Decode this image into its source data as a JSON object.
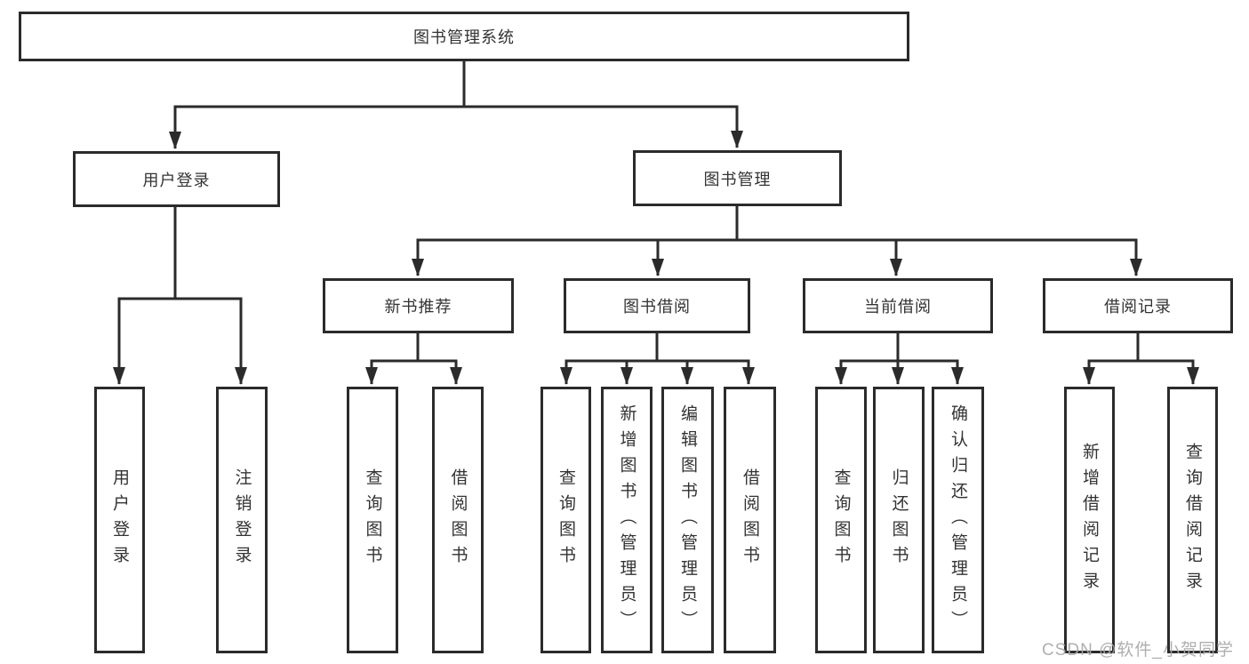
{
  "colors": {
    "line": "#2b2b2b",
    "box_border": "#2b2b2b",
    "text": "#333333",
    "watermark": "#a8a8a8",
    "background": "#ffffff"
  },
  "watermark": {
    "text": "CSDN @软件_小贺同学"
  },
  "tree": {
    "label": "图书管理系统",
    "children": [
      {
        "label": "用户登录",
        "children": [
          {
            "label": "用户登录"
          },
          {
            "label": "注销登录"
          }
        ]
      },
      {
        "label": "图书管理",
        "children": [
          {
            "label": "新书推荐",
            "children": [
              {
                "label": "查询图书"
              },
              {
                "label": "借阅图书"
              }
            ]
          },
          {
            "label": "图书借阅",
            "children": [
              {
                "label": "查询图书"
              },
              {
                "label": "新增图书（管理员）"
              },
              {
                "label": "编辑图书（管理员）"
              },
              {
                "label": "借阅图书"
              }
            ]
          },
          {
            "label": "当前借阅",
            "children": [
              {
                "label": "查询图书"
              },
              {
                "label": "归还图书"
              },
              {
                "label": "确认归还（管理员）"
              }
            ]
          },
          {
            "label": "借阅记录",
            "children": [
              {
                "label": "新增借阅记录"
              },
              {
                "label": "查询借阅记录"
              }
            ]
          }
        ]
      }
    ]
  }
}
